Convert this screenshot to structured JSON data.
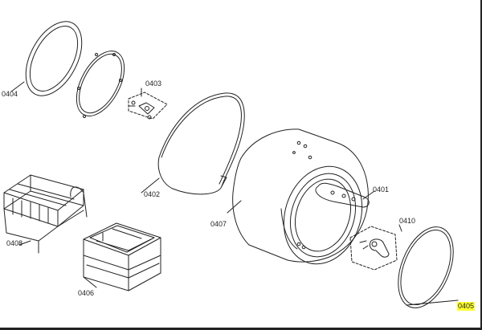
{
  "parts": [
    {
      "id": "label-0404",
      "code": "0404"
    },
    {
      "id": "label-0403",
      "code": "0403"
    },
    {
      "id": "label-0402",
      "code": "0402"
    },
    {
      "id": "label-0407",
      "code": "0407"
    },
    {
      "id": "label-0401",
      "code": "0401"
    },
    {
      "id": "label-0410",
      "code": "0410"
    },
    {
      "id": "label-0408",
      "code": "0408"
    },
    {
      "id": "label-0406",
      "code": "0406"
    },
    {
      "id": "label-0405",
      "code": "0405"
    }
  ],
  "colors": {
    "line": "#222222",
    "highlight": "#ffff33",
    "background": "#ffffff"
  },
  "highlighted_part": "0405"
}
